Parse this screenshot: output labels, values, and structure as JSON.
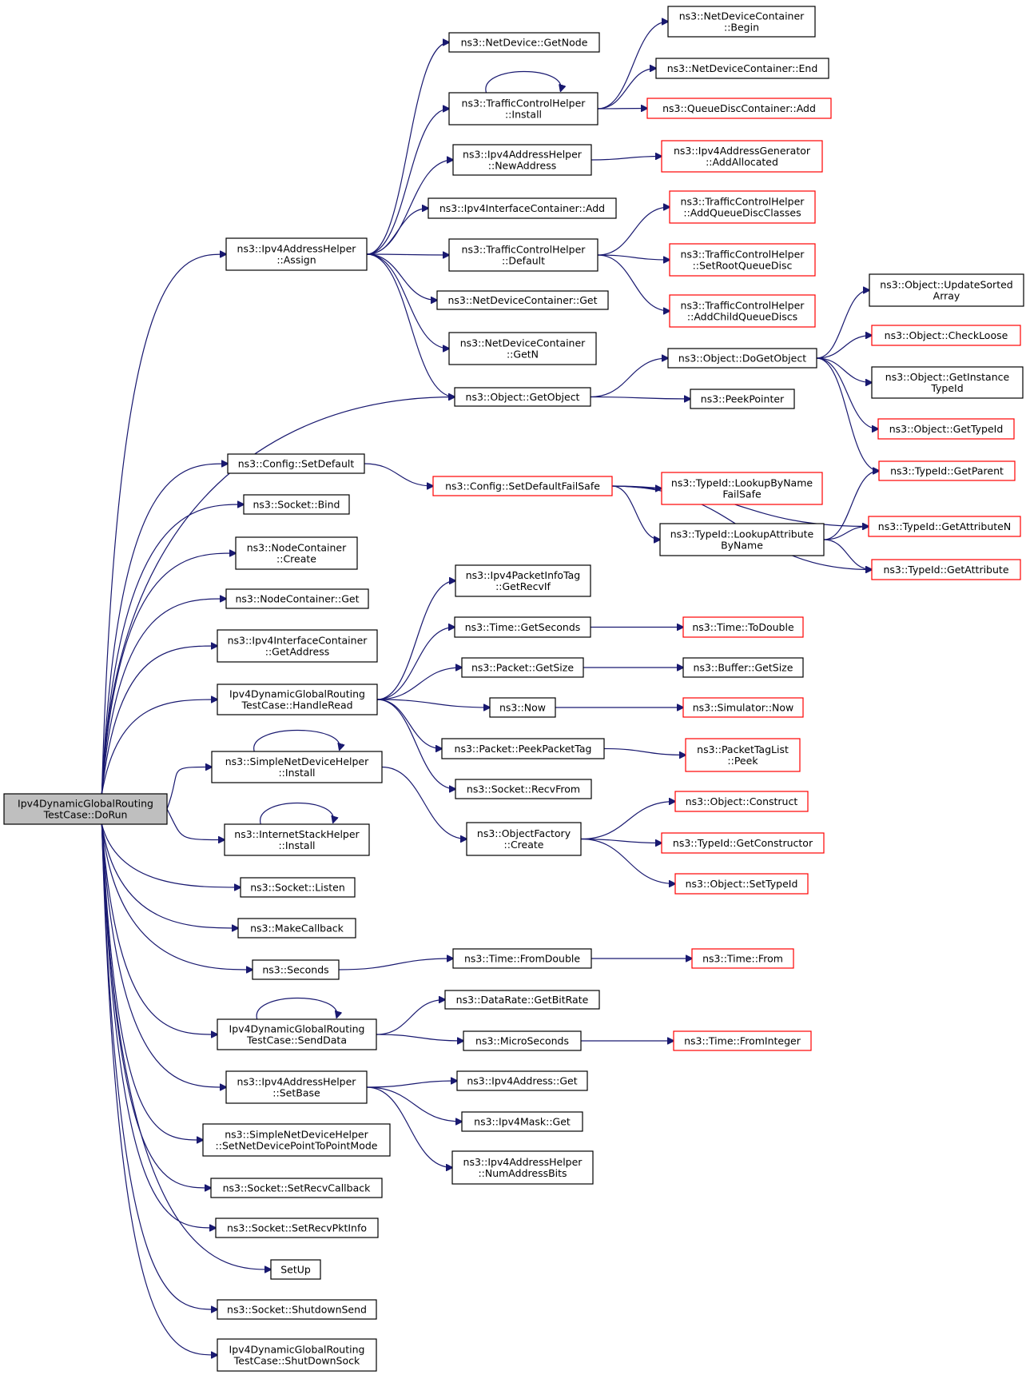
{
  "diagram": {
    "colors": {
      "edge": "#191970",
      "root_fill": "#bfbfbf",
      "red_border": "#ff0000",
      "black_border": "#000000"
    },
    "nodes": {
      "n0": {
        "lines": [
          "Ipv4DynamicGlobalRouting",
          "TestCase::DoRun"
        ],
        "style": "root"
      },
      "n1": {
        "lines": [
          "ns3::Ipv4AddressHelper",
          "::Assign"
        ],
        "style": "black"
      },
      "n2": {
        "lines": [
          "ns3::NetDevice::GetNode"
        ],
        "style": "black"
      },
      "n3": {
        "lines": [
          "ns3::TrafficControlHelper",
          "::Install"
        ],
        "style": "black"
      },
      "n4": {
        "lines": [
          "ns3::NetDeviceContainer",
          "::Begin"
        ],
        "style": "black"
      },
      "n5": {
        "lines": [
          "ns3::NetDeviceContainer::End"
        ],
        "style": "black"
      },
      "n6": {
        "lines": [
          "ns3::QueueDiscContainer::Add"
        ],
        "style": "red"
      },
      "n7": {
        "lines": [
          "ns3::Ipv4AddressHelper",
          "::NewAddress"
        ],
        "style": "black"
      },
      "n8": {
        "lines": [
          "ns3::Ipv4AddressGenerator",
          "::AddAllocated"
        ],
        "style": "red"
      },
      "n9": {
        "lines": [
          "ns3::Ipv4InterfaceContainer::Add"
        ],
        "style": "black"
      },
      "n10": {
        "lines": [
          "ns3::TrafficControlHelper",
          "::Default"
        ],
        "style": "black"
      },
      "n11": {
        "lines": [
          "ns3::TrafficControlHelper",
          "::AddQueueDiscClasses"
        ],
        "style": "red"
      },
      "n12": {
        "lines": [
          "ns3::TrafficControlHelper",
          "::SetRootQueueDisc"
        ],
        "style": "red"
      },
      "n13": {
        "lines": [
          "ns3::TrafficControlHelper",
          "::AddChildQueueDiscs"
        ],
        "style": "red"
      },
      "n14": {
        "lines": [
          "ns3::NetDeviceContainer::Get"
        ],
        "style": "black"
      },
      "n15": {
        "lines": [
          "ns3::NetDeviceContainer",
          "::GetN"
        ],
        "style": "black"
      },
      "n16": {
        "lines": [
          "ns3::Object::GetObject"
        ],
        "style": "black"
      },
      "n17": {
        "lines": [
          "ns3::Object::DoGetObject"
        ],
        "style": "black"
      },
      "n18": {
        "lines": [
          "ns3::Object::UpdateSorted",
          "Array"
        ],
        "style": "black"
      },
      "n19": {
        "lines": [
          "ns3::Object::CheckLoose"
        ],
        "style": "red"
      },
      "n20": {
        "lines": [
          "ns3::Object::GetInstance",
          "TypeId"
        ],
        "style": "black"
      },
      "n21": {
        "lines": [
          "ns3::Object::GetTypeId"
        ],
        "style": "red"
      },
      "n22": {
        "lines": [
          "ns3::TypeId::GetParent"
        ],
        "style": "red"
      },
      "n23": {
        "lines": [
          "ns3::PeekPointer"
        ],
        "style": "black"
      },
      "n24": {
        "lines": [
          "ns3::Config::SetDefault"
        ],
        "style": "black"
      },
      "n25": {
        "lines": [
          "ns3::Config::SetDefaultFailSafe"
        ],
        "style": "red"
      },
      "n26": {
        "lines": [
          "ns3::TypeId::LookupByName",
          "FailSafe"
        ],
        "style": "red"
      },
      "n27": {
        "lines": [
          "ns3::TypeId::LookupAttribute",
          "ByName"
        ],
        "style": "black"
      },
      "n28": {
        "lines": [
          "ns3::TypeId::GetAttributeN"
        ],
        "style": "red"
      },
      "n29": {
        "lines": [
          "ns3::TypeId::GetAttribute"
        ],
        "style": "red"
      },
      "n30": {
        "lines": [
          "ns3::Socket::Bind"
        ],
        "style": "black"
      },
      "n31": {
        "lines": [
          "ns3::NodeContainer",
          "::Create"
        ],
        "style": "black"
      },
      "n32": {
        "lines": [
          "ns3::NodeContainer::Get"
        ],
        "style": "black"
      },
      "n33": {
        "lines": [
          "ns3::Ipv4InterfaceContainer",
          "::GetAddress"
        ],
        "style": "black"
      },
      "n34": {
        "lines": [
          "Ipv4DynamicGlobalRouting",
          "TestCase::HandleRead"
        ],
        "style": "black"
      },
      "n35": {
        "lines": [
          "ns3::Ipv4PacketInfoTag",
          "::GetRecvIf"
        ],
        "style": "black"
      },
      "n36": {
        "lines": [
          "ns3::Time::GetSeconds"
        ],
        "style": "black"
      },
      "n37": {
        "lines": [
          "ns3::Time::ToDouble"
        ],
        "style": "red"
      },
      "n38": {
        "lines": [
          "ns3::Packet::GetSize"
        ],
        "style": "black"
      },
      "n39": {
        "lines": [
          "ns3::Buffer::GetSize"
        ],
        "style": "black"
      },
      "n40": {
        "lines": [
          "ns3::Now"
        ],
        "style": "black"
      },
      "n41": {
        "lines": [
          "ns3::Simulator::Now"
        ],
        "style": "red"
      },
      "n42": {
        "lines": [
          "ns3::Packet::PeekPacketTag"
        ],
        "style": "black"
      },
      "n43": {
        "lines": [
          "ns3::PacketTagList",
          "::Peek"
        ],
        "style": "red"
      },
      "n44": {
        "lines": [
          "ns3::Socket::RecvFrom"
        ],
        "style": "black"
      },
      "n45": {
        "lines": [
          "ns3::SimpleNetDeviceHelper",
          "::Install"
        ],
        "style": "black"
      },
      "n46": {
        "lines": [
          "ns3::ObjectFactory",
          "::Create"
        ],
        "style": "black"
      },
      "n47": {
        "lines": [
          "ns3::Object::Construct"
        ],
        "style": "red"
      },
      "n48": {
        "lines": [
          "ns3::TypeId::GetConstructor"
        ],
        "style": "red"
      },
      "n49": {
        "lines": [
          "ns3::Object::SetTypeId"
        ],
        "style": "red"
      },
      "n50": {
        "lines": [
          "ns3::InternetStackHelper",
          "::Install"
        ],
        "style": "black"
      },
      "n51": {
        "lines": [
          "ns3::Socket::Listen"
        ],
        "style": "black"
      },
      "n52": {
        "lines": [
          "ns3::MakeCallback"
        ],
        "style": "black"
      },
      "n53": {
        "lines": [
          "ns3::Seconds"
        ],
        "style": "black"
      },
      "n54": {
        "lines": [
          "ns3::Time::FromDouble"
        ],
        "style": "black"
      },
      "n55": {
        "lines": [
          "ns3::Time::From"
        ],
        "style": "red"
      },
      "n56": {
        "lines": [
          "Ipv4DynamicGlobalRouting",
          "TestCase::SendData"
        ],
        "style": "black"
      },
      "n57": {
        "lines": [
          "ns3::DataRate::GetBitRate"
        ],
        "style": "black"
      },
      "n58": {
        "lines": [
          "ns3::MicroSeconds"
        ],
        "style": "black"
      },
      "n59": {
        "lines": [
          "ns3::Time::FromInteger"
        ],
        "style": "red"
      },
      "n60": {
        "lines": [
          "ns3::Ipv4AddressHelper",
          "::SetBase"
        ],
        "style": "black"
      },
      "n61": {
        "lines": [
          "ns3::Ipv4Address::Get"
        ],
        "style": "black"
      },
      "n62": {
        "lines": [
          "ns3::Ipv4Mask::Get"
        ],
        "style": "black"
      },
      "n63": {
        "lines": [
          "ns3::Ipv4AddressHelper",
          "::NumAddressBits"
        ],
        "style": "black"
      },
      "n64": {
        "lines": [
          "ns3::SimpleNetDeviceHelper",
          "::SetNetDevicePointToPointMode"
        ],
        "style": "black"
      },
      "n65": {
        "lines": [
          "ns3::Socket::SetRecvCallback"
        ],
        "style": "black"
      },
      "n66": {
        "lines": [
          "ns3::Socket::SetRecvPktInfo"
        ],
        "style": "black"
      },
      "n67": {
        "lines": [
          "SetUp"
        ],
        "style": "black"
      },
      "n68": {
        "lines": [
          "ns3::Socket::ShutdownSend"
        ],
        "style": "black"
      },
      "n69": {
        "lines": [
          "Ipv4DynamicGlobalRouting",
          "TestCase::ShutDownSock"
        ],
        "style": "black"
      }
    },
    "edges": [
      [
        "n0",
        "n1"
      ],
      [
        "n0",
        "n16"
      ],
      [
        "n0",
        "n24"
      ],
      [
        "n0",
        "n30"
      ],
      [
        "n0",
        "n31"
      ],
      [
        "n0",
        "n32"
      ],
      [
        "n0",
        "n33"
      ],
      [
        "n0",
        "n34"
      ],
      [
        "n0",
        "n45"
      ],
      [
        "n0",
        "n50"
      ],
      [
        "n0",
        "n51"
      ],
      [
        "n0",
        "n52"
      ],
      [
        "n0",
        "n53"
      ],
      [
        "n0",
        "n56"
      ],
      [
        "n0",
        "n60"
      ],
      [
        "n0",
        "n64"
      ],
      [
        "n0",
        "n65"
      ],
      [
        "n0",
        "n66"
      ],
      [
        "n0",
        "n67"
      ],
      [
        "n0",
        "n68"
      ],
      [
        "n0",
        "n69"
      ],
      [
        "n1",
        "n2"
      ],
      [
        "n1",
        "n3"
      ],
      [
        "n1",
        "n7"
      ],
      [
        "n1",
        "n9"
      ],
      [
        "n1",
        "n10"
      ],
      [
        "n1",
        "n14"
      ],
      [
        "n1",
        "n15"
      ],
      [
        "n1",
        "n16"
      ],
      [
        "n3",
        "n3"
      ],
      [
        "n3",
        "n4"
      ],
      [
        "n3",
        "n5"
      ],
      [
        "n3",
        "n6"
      ],
      [
        "n7",
        "n8"
      ],
      [
        "n10",
        "n11"
      ],
      [
        "n10",
        "n12"
      ],
      [
        "n10",
        "n13"
      ],
      [
        "n16",
        "n17"
      ],
      [
        "n16",
        "n23"
      ],
      [
        "n17",
        "n18"
      ],
      [
        "n17",
        "n19"
      ],
      [
        "n17",
        "n20"
      ],
      [
        "n17",
        "n21"
      ],
      [
        "n17",
        "n22"
      ],
      [
        "n24",
        "n25"
      ],
      [
        "n25",
        "n26"
      ],
      [
        "n25",
        "n27"
      ],
      [
        "n25",
        "n28"
      ],
      [
        "n25",
        "n29"
      ],
      [
        "n27",
        "n22"
      ],
      [
        "n27",
        "n28"
      ],
      [
        "n27",
        "n29"
      ],
      [
        "n34",
        "n35"
      ],
      [
        "n34",
        "n36"
      ],
      [
        "n34",
        "n38"
      ],
      [
        "n34",
        "n40"
      ],
      [
        "n34",
        "n42"
      ],
      [
        "n34",
        "n44"
      ],
      [
        "n36",
        "n37"
      ],
      [
        "n38",
        "n39"
      ],
      [
        "n40",
        "n41"
      ],
      [
        "n42",
        "n43"
      ],
      [
        "n45",
        "n45"
      ],
      [
        "n45",
        "n46"
      ],
      [
        "n46",
        "n47"
      ],
      [
        "n46",
        "n48"
      ],
      [
        "n46",
        "n49"
      ],
      [
        "n50",
        "n50"
      ],
      [
        "n53",
        "n54"
      ],
      [
        "n54",
        "n55"
      ],
      [
        "n56",
        "n56"
      ],
      [
        "n56",
        "n57"
      ],
      [
        "n56",
        "n58"
      ],
      [
        "n58",
        "n59"
      ],
      [
        "n60",
        "n61"
      ],
      [
        "n60",
        "n62"
      ],
      [
        "n60",
        "n63"
      ]
    ]
  }
}
